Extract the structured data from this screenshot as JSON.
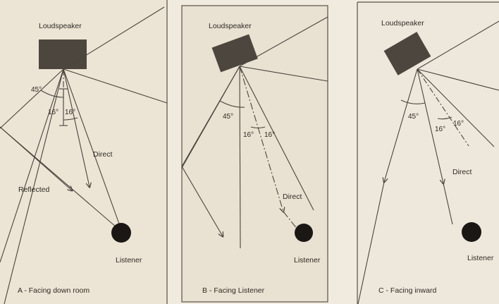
{
  "colors": {
    "page": "#f1ebdf",
    "panel_a": "#ece4d4",
    "panel_b": "#e9e1d1",
    "panel_c": "#eee8dc",
    "frame": "#5a5046",
    "speaker": "#4d463f",
    "listener": "#1b1714",
    "line": "#4a443e"
  },
  "panels": [
    {
      "speaker_label": "Loudspeaker",
      "listener_label": "Listener",
      "caption": "A - Facing down room",
      "angle_wide": "45°",
      "angle_left": "16°",
      "angle_right": "16°",
      "direct_label": "Direct",
      "reflected_label": "Reflected"
    },
    {
      "speaker_label": "Loudspeaker",
      "listener_label": "Listener",
      "caption": "B - Facing Listener",
      "angle_wide": "45°",
      "angle_left": "16°",
      "angle_right": "16°",
      "direct_label": "Direct"
    },
    {
      "speaker_label": "Loudspeaker",
      "listener_label": "Listener",
      "caption": "C - Facing inward",
      "angle_wide": "45°",
      "angle_left": "16°",
      "angle_right": "16°",
      "direct_label": "Direct"
    }
  ]
}
